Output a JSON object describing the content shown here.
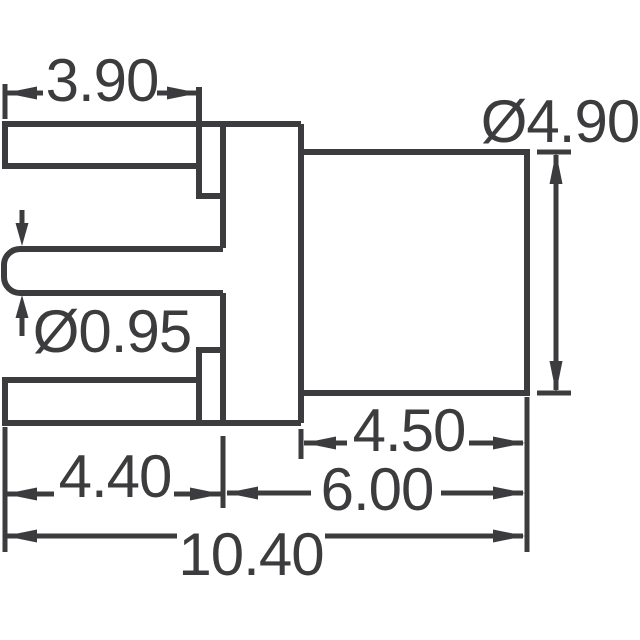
{
  "colors": {
    "ink": "#3c3c3e",
    "background": "#ffffff"
  },
  "drawing": {
    "kind": "technical-dimension-drawing",
    "view": "connector-side-view",
    "dimensions": {
      "top_leg_length": {
        "label": "3.90"
      },
      "shell_diameter": {
        "label": "Ø4.90"
      },
      "pin_diameter": {
        "label": "Ø0.95"
      },
      "barrel_length": {
        "label": "4.50"
      },
      "leg_span": {
        "label": "4.40"
      },
      "body_span": {
        "label": "6.00"
      },
      "overall_length": {
        "label": "10.40"
      }
    }
  }
}
